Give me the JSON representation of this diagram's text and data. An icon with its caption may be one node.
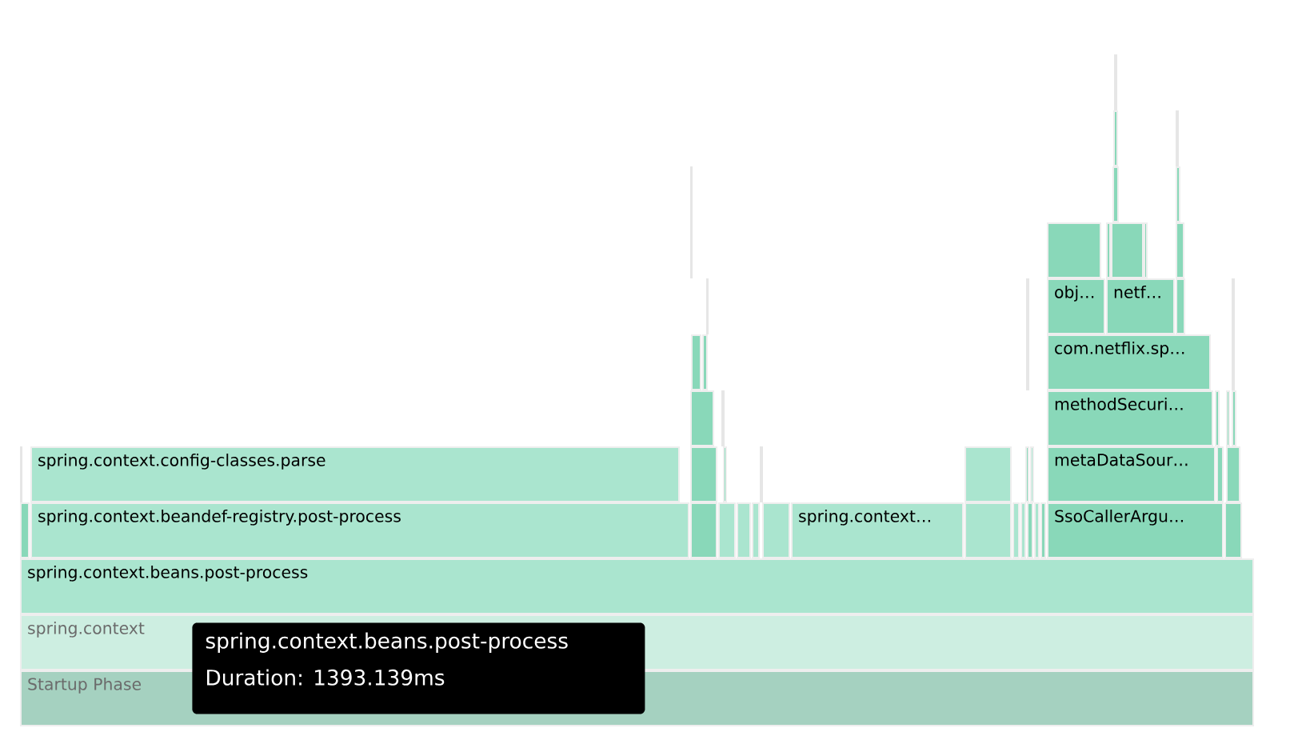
{
  "diagram": {
    "nodes": [
      {
        "text": [],
        "shape": "bar"
      },
      {
        "text": [],
        "shape": "bar"
      },
      {
        "text": [],
        "shape": "bar"
      },
      {
        "text": [],
        "shape": "bar"
      },
      {
        "text": [],
        "shape": "bar"
      },
      {
        "text": [],
        "shape": "bar"
      },
      {
        "text": [],
        "shape": "bar"
      },
      {
        "text": [],
        "shape": "bar"
      },
      {
        "text": [],
        "shape": "bar"
      },
      {
        "text": [],
        "shape": "bar"
      },
      {
        "text": [],
        "shape": "bar"
      },
      {
        "text": [],
        "shape": "bar"
      },
      {
        "text": [
          "obj…"
        ]
      },
      {
        "text": [
          "netf…"
        ]
      },
      {
        "text": [],
        "shape": "bar"
      },
      {
        "text": [],
        "shape": "bar"
      },
      {
        "text": [],
        "shape": "bar"
      },
      {
        "text": [
          "com.netflix.sp…"
        ]
      },
      {
        "text": [],
        "shape": "bar"
      },
      {
        "text": [],
        "shape": "bar"
      },
      {
        "text": [],
        "shape": "bar"
      },
      {
        "text": [],
        "shape": "bar"
      },
      {
        "text": [
          "methodSecuri…"
        ]
      },
      {
        "text": [],
        "shape": "bar"
      },
      {
        "text": [],
        "shape": "bar"
      },
      {
        "text": [],
        "shape": "bar"
      },
      {
        "text": [],
        "shape": "bar"
      },
      {
        "text": [
          "spring.context.config-classes.parse"
        ]
      },
      {
        "text": [],
        "shape": "bar"
      },
      {
        "text": [],
        "shape": "bar"
      },
      {
        "text": [],
        "shape": "bar"
      },
      {
        "text": [],
        "shape": "bar"
      },
      {
        "text": [],
        "shape": "bar"
      },
      {
        "text": [],
        "shape": "bar"
      },
      {
        "text": [
          "metaDataSour…"
        ]
      },
      {
        "text": [],
        "shape": "bar"
      },
      {
        "text": [],
        "shape": "bar"
      },
      {
        "text": [],
        "shape": "bar"
      },
      {
        "text": [
          "spring.context.beandef-registry.post-process"
        ]
      },
      {
        "text": [],
        "shape": "bar"
      },
      {
        "text": [],
        "shape": "bar"
      },
      {
        "text": [],
        "shape": "bar"
      },
      {
        "text": [],
        "shape": "bar"
      },
      {
        "text": [],
        "shape": "bar"
      },
      {
        "text": [
          "spring.context…"
        ]
      },
      {
        "text": [],
        "shape": "bar"
      },
      {
        "text": [],
        "shape": "bar"
      },
      {
        "text": [],
        "shape": "bar"
      },
      {
        "text": [],
        "shape": "bar"
      },
      {
        "text": [],
        "shape": "bar"
      },
      {
        "text": [],
        "shape": "bar"
      },
      {
        "text": [
          "SsoCallerArgu…"
        ]
      },
      {
        "text": [],
        "shape": "bar"
      },
      {
        "text": [
          "spring.context.beans.post-process"
        ]
      },
      {
        "text": [
          "spring.context"
        ]
      },
      {
        "text": [
          "spring.context.beans.post-process",
          "Duration: 1393.139ms"
        ]
      },
      {
        "text": [
          "Startup Phase"
        ]
      }
    ]
  }
}
